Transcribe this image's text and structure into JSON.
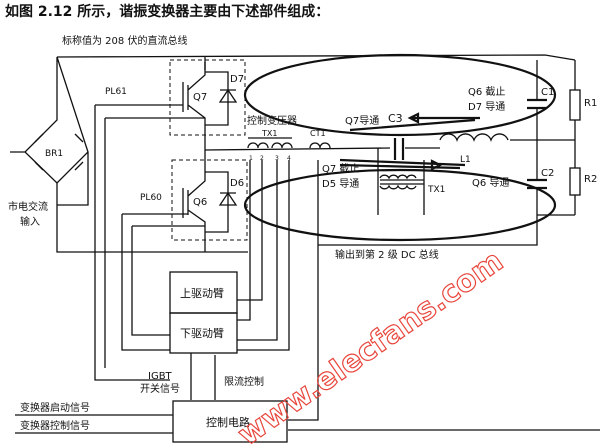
{
  "title": "如图 2.12 所示，谐振变换器主要由下述部件组成：",
  "labels": {
    "dc_bus": "标称值为 208 伏的直流总线",
    "pl61": "PL61",
    "pl60": "PL60",
    "br1": "BR1",
    "ac_input_1": "市电交流",
    "ac_input_2": "输入",
    "q7": "Q7",
    "d7": "D7",
    "q6": "Q6",
    "d6": "D6",
    "control_transformer": "控制变压器",
    "tx1_ctrl": "TX1",
    "ct1": "CT1",
    "pin1": "1",
    "pin2": "2",
    "pin3": "3",
    "pin4": "4",
    "c1": "C1",
    "c2": "C2",
    "c3": "C3",
    "r1": "R1",
    "r2": "R2",
    "l1": "L1",
    "tx1_out": "TX1",
    "q6_off_1": "Q6 截止",
    "q6_off_2": "D7 导通",
    "q7_on": "Q7导通",
    "q7_off_1": "Q7 截止",
    "q7_off_2": "D5 导通",
    "q6_on": "Q6 导通",
    "output": "输出到第 2 级 DC 总线",
    "upper_drive": "上驱动臂",
    "lower_drive": "下驱动臂",
    "igbt_1": "IGBT",
    "igbt_2": "开关信号",
    "current_limit": "限流控制",
    "start_signal": "变换器启动信号",
    "control_signal": "变换器控制信号",
    "control_circuit": "控制电路"
  },
  "watermark": "www.elecfans.com",
  "colors": {
    "ink": "#111111",
    "watermark": "#e8463c"
  }
}
